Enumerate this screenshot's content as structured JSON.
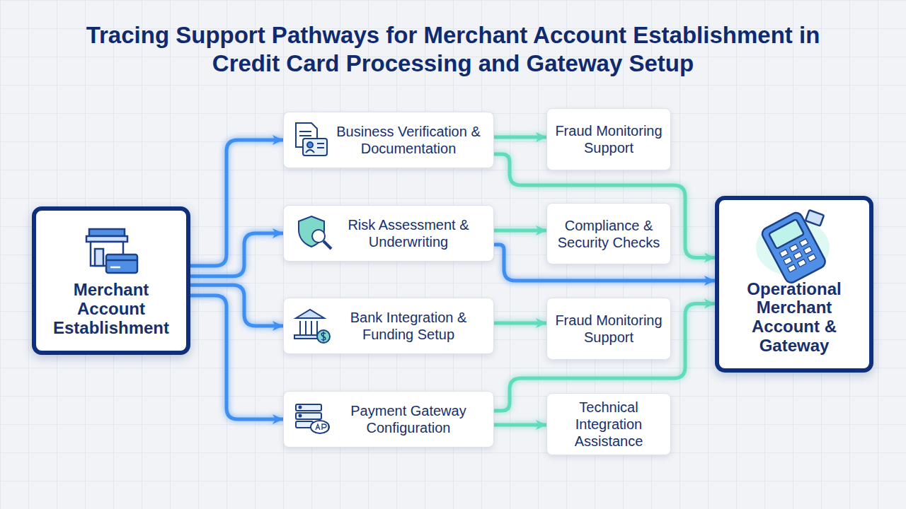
{
  "diagram": {
    "title": "Tracing Support Pathways for Merchant Account Establishment in Credit Card Processing and Gateway Setup",
    "nodes": [
      {
        "text": [
          "Merchant Account Establishment"
        ]
      },
      {
        "text": [
          "Business Verification & Documentation"
        ]
      },
      {
        "text": [
          "Fraud Monitoring Support"
        ]
      },
      {
        "text": [
          "Risk Assessment & Underwriting"
        ]
      },
      {
        "text": [
          "Compliance & Security Checks"
        ]
      },
      {
        "text": [
          "Bank Integration & Funding Setup"
        ]
      },
      {
        "text": [
          "Fraud Monitoring Support"
        ]
      },
      {
        "text": [
          "Payment Gateway Configuration"
        ]
      },
      {
        "text": [
          "Technical Integration Assistance"
        ]
      },
      {
        "text": [
          "Operational Merchant Account & Gateway"
        ]
      }
    ],
    "edges": [
      {
        "from": 0,
        "to": 1,
        "arrow": "to"
      },
      {
        "from": 0,
        "to": 3,
        "arrow": "to"
      },
      {
        "from": 0,
        "to": 5,
        "arrow": "to"
      },
      {
        "from": 0,
        "to": 7,
        "arrow": "to"
      },
      {
        "from": 1,
        "to": 2,
        "arrow": "to"
      },
      {
        "from": 3,
        "to": 4,
        "arrow": "to"
      },
      {
        "from": 5,
        "to": 6,
        "arrow": "to"
      },
      {
        "from": 7,
        "to": 8,
        "arrow": "to"
      },
      {
        "from": 1,
        "to": 9,
        "arrow": "to"
      },
      {
        "from": 3,
        "to": 9,
        "arrow": "to"
      },
      {
        "from": 7,
        "to": 9,
        "arrow": "to"
      }
    ]
  }
}
